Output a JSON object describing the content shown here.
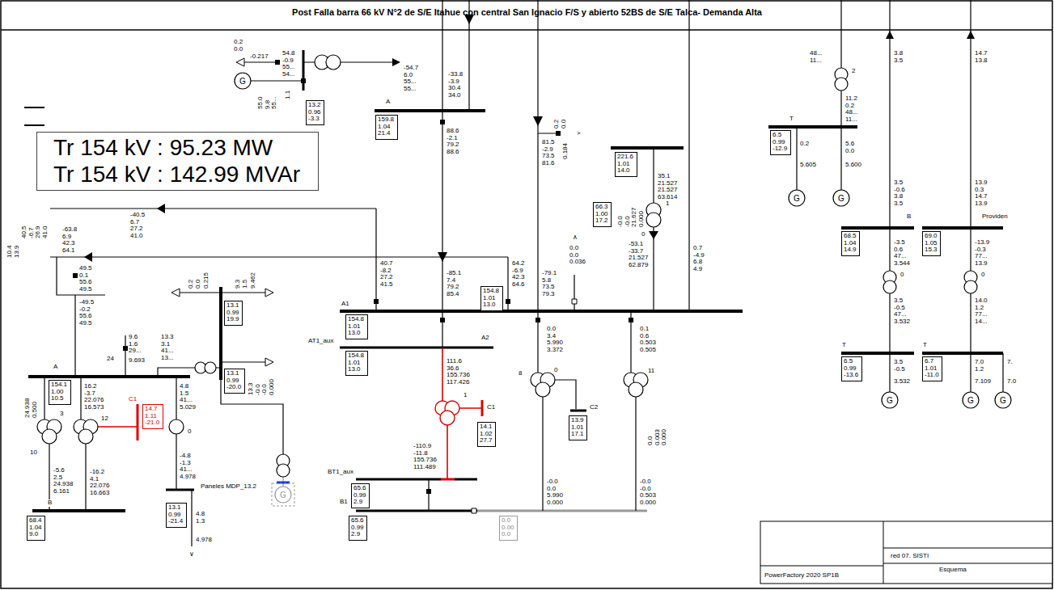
{
  "diagram": {
    "title": "Post Falla barra 66 kV N°2 de S/E Itahue con central San Ignacio F/S y abierto 52BS de S/E Talca- Demanda Alta",
    "nodes": [
      {
        "text": [
          "Tr 154 kV : 95.23 MW",
          "Tr 154 kV : 142.99 MVAr"
        ]
      },
      {
        "text": [
          "13.2 0.96 -3.3"
        ]
      },
      {
        "text": [
          "159.8 1.04 21.4"
        ]
      },
      {
        "text": [
          "221.6 1.01 14.0"
        ]
      },
      {
        "text": [
          "66.3 1.00 17.2"
        ]
      },
      {
        "text": [
          "154.8 1.01 13.0"
        ]
      },
      {
        "text": [
          "154.8 1.01 13.0"
        ]
      },
      {
        "text": [
          "13.1 0.99 19.9"
        ]
      },
      {
        "text": [
          "154.8 1.01 13.0"
        ]
      },
      {
        "text": [
          "154.1 1.00 10.5"
        ]
      },
      {
        "text": [
          "14.7 1.11 -21.0"
        ]
      },
      {
        "text": [
          "13.1 0.99 -20.0"
        ]
      },
      {
        "text": [
          "14.1 1.02 27.7"
        ]
      },
      {
        "text": [
          "13.9 1.01 17.1"
        ]
      },
      {
        "text": [
          "65.6 0.99 2.9"
        ]
      },
      {
        "text": [
          "65.6 0.99 2.9"
        ]
      },
      {
        "text": [
          "0.0 0.00 0.0"
        ]
      },
      {
        "text": [
          "68.4 1.04 9.0"
        ]
      },
      {
        "text": [
          "13.1 0.99 -21.4"
        ]
      },
      {
        "text": [
          "6.5 0.99 -12.9"
        ]
      },
      {
        "text": [
          "68.5 1.04 14.9"
        ]
      },
      {
        "text": [
          "69.0 1.05 15.3"
        ]
      },
      {
        "text": [
          "6.5 0.99 -13.6"
        ]
      },
      {
        "text": [
          "6.7 1.01 -11.0"
        ]
      }
    ],
    "labels": [
      "0.2 0.0",
      "-0.217",
      "54.8 -0.9 55... 54...",
      "-54.7 6.0 55... 55...",
      "55.0 9.8 55...",
      "1.1",
      "-33.8 -3.9 30.4 34.0",
      "A",
      "88.6 -2.1 79.2 88.6",
      "0.2 0.0",
      ">",
      "0.184",
      "81.5 -2.9 73.5 81.6",
      "35.1 21.527 21.527 63.614",
      "-0.0 -0.0 21.627 0.000",
      "0",
      "1",
      "-53.1 -33.7 21.527 62.879",
      "0.7 -4.9 6.8 4.9",
      "∧",
      "0.0 0.0 0.036",
      "64.2 -6.9 42.3 64.6",
      "-85.1 7.4 79.2 85.4",
      "-79.1 5.8 73.5 79.3",
      "40.7 -8.2 27.2 41.5",
      "-40.5 6.7 27.2 41.0",
      "40.5 -6.7 26.9 41.0",
      "10.4 13.9",
      "-63.8 6.9 42.3 64.1",
      "A1",
      "AT1_aux",
      "A2",
      "0.0 3.4 5.990 3.372",
      "0.1 0.6 0.503 0.505",
      "111.6 36.6 155.736 117.426",
      "1",
      "C1",
      "-110.9 -11.8 155.736 111.489",
      "C2",
      "8",
      "0",
      "11",
      "0.0 0.003 0.000",
      "BT1_aux",
      "B1",
      "-0.0 0.0 5.990 0.000",
      "-0.0 -0.0 0.503 0.000",
      "0.2 0.0",
      "0.215",
      "9.3 1.5",
      "9.462",
      "13.3 3.1 41... 13...",
      "9.6 1.6 29...",
      "24",
      "9.693",
      "13.3 -0.0 -0.0 0.000",
      "49.5 0.1 55.6 49.5",
      "-49.5 -0.2 55.6 49.5",
      "A",
      "16.2 -3.7 22.076 16.573",
      "4.8 1.5 41... 5.029",
      "24.938 0.500",
      "3",
      "C1",
      "12",
      "10",
      "-5.6 2.5 24.938 6.161",
      "-16.2 4.1 22.076 16.663",
      "0",
      "-4.8 -1.3 41... 4.978",
      "Paneles MDP_13.2",
      "B",
      "4.8 1.3",
      "4.978",
      "∨",
      "48... 11...",
      "3.8 3.5",
      "14.7 13.8",
      "2",
      "11.2 0.2 48... 11...",
      "T",
      "0.2",
      "5.6 0.0",
      "5.605",
      "5.600",
      "3.5 -0.6 3.8 3.5",
      "13.9 0.3 14.7 13.9",
      "B",
      "Providen",
      "-3.5 0.6 47... 3.544",
      "-13.9 -0.3 77... 13.9",
      "0",
      "0",
      "3.5 -0.5 47... 3.532",
      "14.0 1.2 77... 14...",
      "T",
      "T",
      "3.5 -0.5",
      "7.0 1.2",
      "7.",
      "3.532",
      "7.109",
      "7.0",
      "red 07. SISTI",
      "Esquema",
      "PowerFactory 2020 SP1B",
      "G",
      "G",
      "G",
      "G",
      "G",
      "G",
      "G"
    ]
  }
}
